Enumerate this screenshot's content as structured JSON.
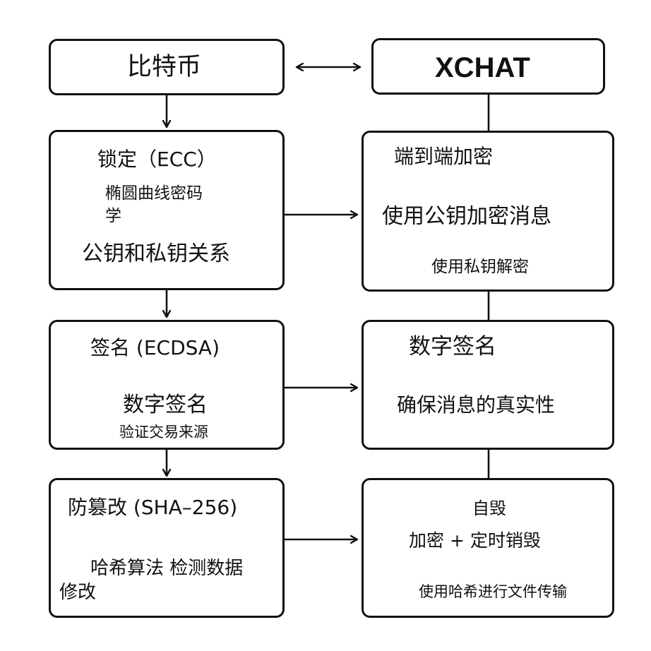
{
  "left": {
    "bitcoin": {
      "title": "比特币"
    },
    "lock": {
      "title": "锁定（ECC）",
      "line1": "椭圆曲线密码",
      "line2": "学",
      "line3": "公钥和私钥关系"
    },
    "sign": {
      "title": "签名 (ECDSA)",
      "line1": "数字签名",
      "line2": "验证交易来源"
    },
    "tamper": {
      "title": "防篡改 (SHA–256)",
      "line1": "哈希算法 检测数据",
      "line2": "修改"
    }
  },
  "right": {
    "xchat": {
      "title": "XCHAT"
    },
    "e2e": {
      "title": "端到端加密",
      "line1": "使用公钥加密消息",
      "line2": "使用私钥解密"
    },
    "sig": {
      "title": "数字签名",
      "line1": "确保消息的真实性"
    },
    "destruct": {
      "title": "自毁",
      "line1": "加密 + 定时销毁",
      "line2": "使用哈希进行文件传输"
    }
  }
}
